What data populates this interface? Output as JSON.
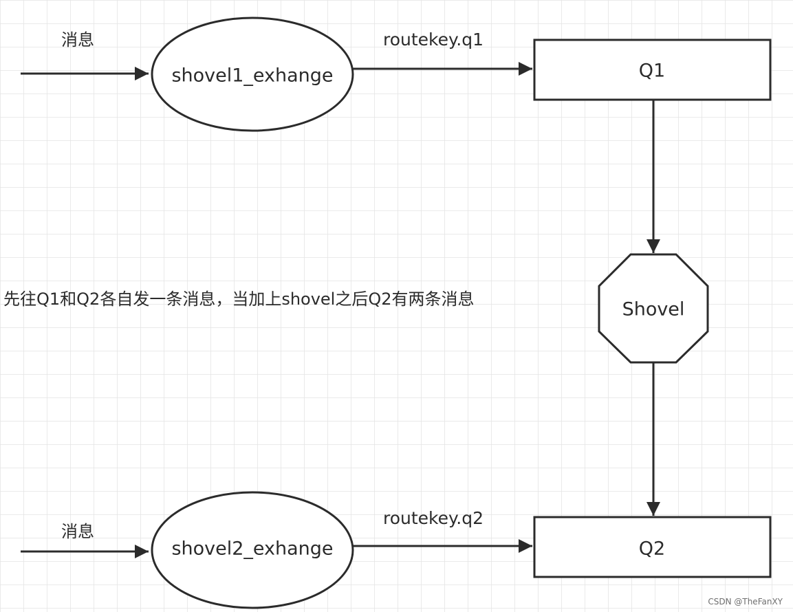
{
  "diagram": {
    "nodes": {
      "exchange1": {
        "label": "shovel1_exhange",
        "shape": "ellipse"
      },
      "exchange2": {
        "label": "shovel2_exhange",
        "shape": "ellipse"
      },
      "queue1": {
        "label": "Q1",
        "shape": "rectangle"
      },
      "queue2": {
        "label": "Q2",
        "shape": "rectangle"
      },
      "shovel": {
        "label": "Shovel",
        "shape": "octagon"
      }
    },
    "edges": {
      "input1": {
        "label": "消息",
        "from": "",
        "to": "exchange1"
      },
      "route1": {
        "label": "routekey.q1",
        "from": "exchange1",
        "to": "queue1"
      },
      "q1_to_shovel": {
        "label": "",
        "from": "queue1",
        "to": "shovel"
      },
      "shovel_to_q2": {
        "label": "",
        "from": "shovel",
        "to": "queue2"
      },
      "input2": {
        "label": "消息",
        "from": "",
        "to": "exchange2"
      },
      "route2": {
        "label": "routekey.q2",
        "from": "exchange2",
        "to": "queue2"
      }
    },
    "note": "先往Q1和Q2各自发一条消息，当加上shovel之后Q2有两条消息"
  },
  "watermark": "CSDN @TheFanXY",
  "colors": {
    "background": "#ffffff",
    "grid": "#e4e4e4",
    "stroke": "#2b2b2b",
    "text": "#2b2b2b"
  }
}
